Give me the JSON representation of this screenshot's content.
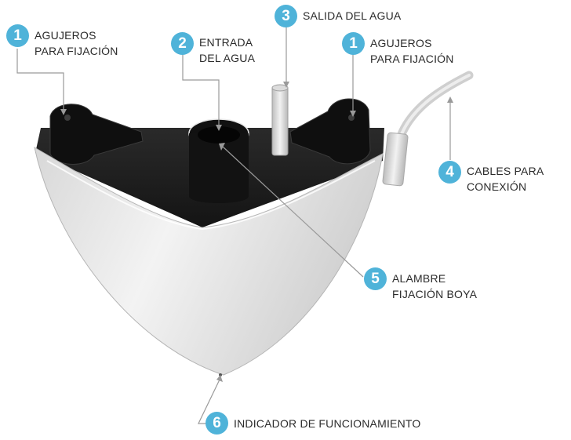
{
  "colors": {
    "badge": "#4fb3d9",
    "text": "#2b2b2b",
    "leader": "#9a9a9a",
    "body": "#e9e9e9",
    "tray": "#1d1d1d"
  },
  "callouts": [
    {
      "id": "agujeros-left",
      "number": "1",
      "lines": [
        "AGUJEROS",
        "PARA FIJACIÓN"
      ]
    },
    {
      "id": "entrada",
      "number": "2",
      "lines": [
        "ENTRADA",
        "DEL AGUA"
      ]
    },
    {
      "id": "salida",
      "number": "3",
      "lines": [
        "SALIDA DEL AGUA"
      ]
    },
    {
      "id": "agujeros-right",
      "number": "1",
      "lines": [
        "AGUJEROS",
        "PARA FIJACIÓN"
      ]
    },
    {
      "id": "cables",
      "number": "4",
      "lines": [
        "CABLES PARA",
        "CONEXIÓN"
      ]
    },
    {
      "id": "alambre",
      "number": "5",
      "lines": [
        "ALAMBRE",
        "FIJACIÓN BOYA"
      ]
    },
    {
      "id": "indicador",
      "number": "6",
      "lines": [
        "INDICADOR DE FUNCIONAMIENTO"
      ]
    }
  ]
}
